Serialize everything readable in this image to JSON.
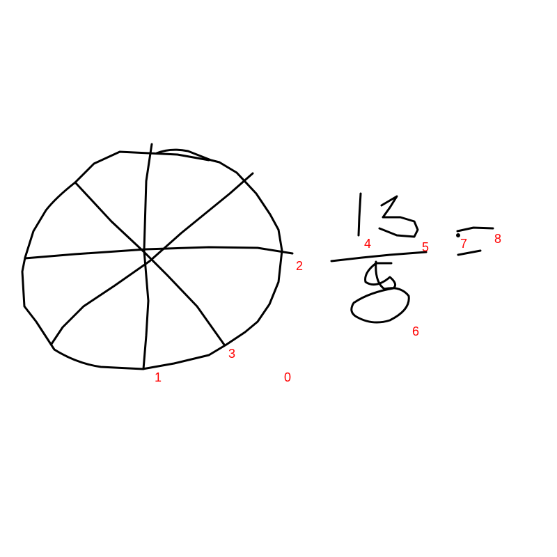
{
  "colors": {
    "background": "#ffffff",
    "ink": "#000000",
    "marker": "#ff0000"
  },
  "markers": [
    "0",
    "1",
    "2",
    "3",
    "4",
    "5",
    "6",
    "7",
    "8"
  ],
  "handwritten_text": {
    "numerator": "13",
    "denominator": "8"
  }
}
